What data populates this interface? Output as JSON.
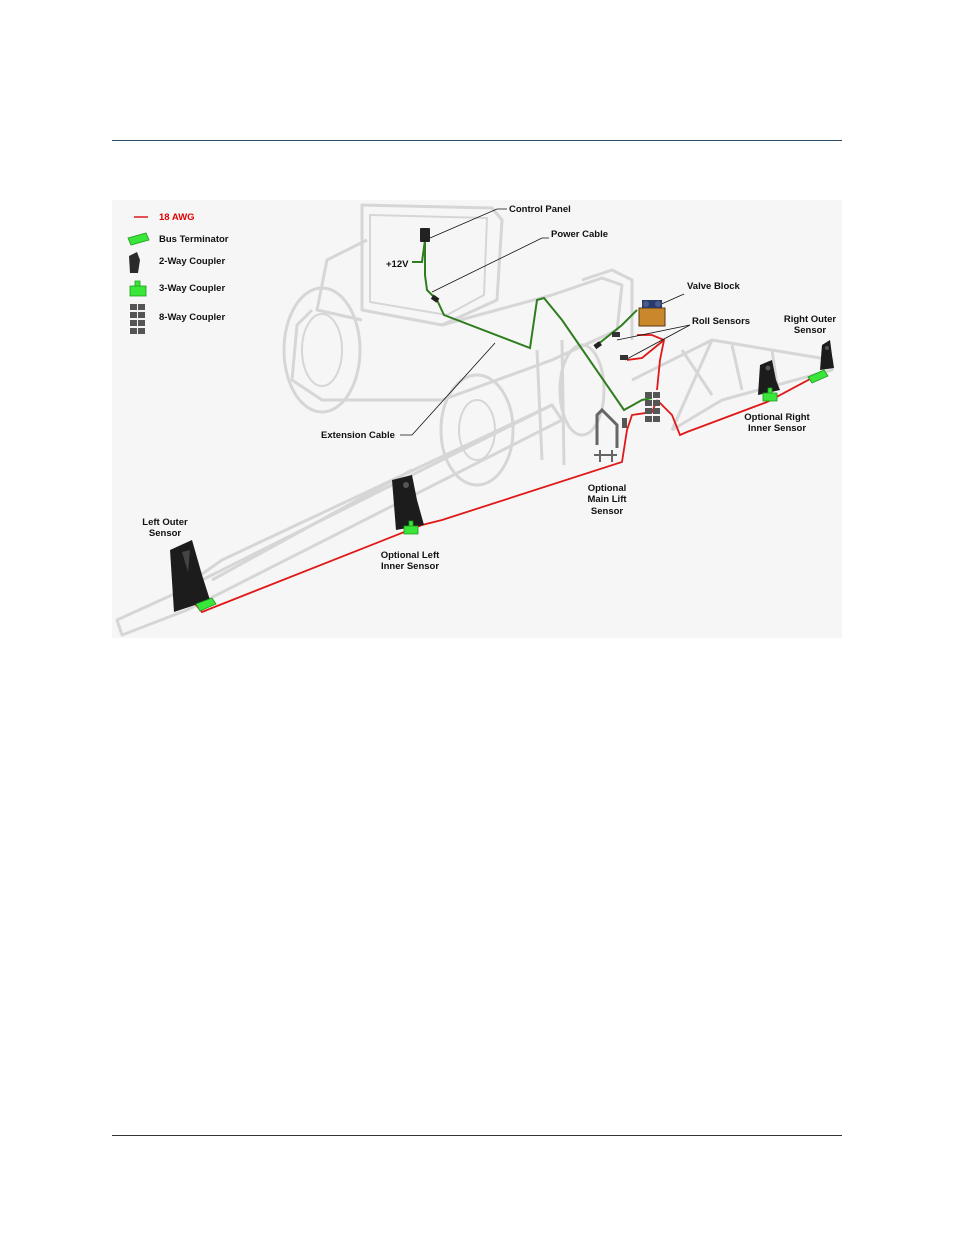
{
  "legend": {
    "wire": "18 AWG",
    "bus_terminator": "Bus Terminator",
    "two_way": "2-Way Coupler",
    "three_way": "3-Way Coupler",
    "eight_way": "8-Way Coupler"
  },
  "labels": {
    "control_panel": "Control Panel",
    "power_cable": "Power Cable",
    "plus12v": "+12V",
    "valve_block": "Valve Block",
    "roll_sensors": "Roll Sensors",
    "right_outer_1": "Right Outer",
    "right_outer_2": "Sensor",
    "optional_right_1": "Optional Right",
    "optional_right_2": "Inner Sensor",
    "extension_cable": "Extension Cable",
    "optional_main_1": "Optional",
    "optional_main_2": "Main Lift",
    "optional_main_3": "Sensor",
    "left_outer_1": "Left Outer",
    "left_outer_2": "Sensor",
    "optional_left_1": "Optional Left",
    "optional_left_2": "Inner Sensor"
  },
  "colors": {
    "harness_green": "#2e7d1e",
    "wire_red": "#e01818",
    "coupler_green": "#39e639",
    "outline_gray": "#d9d9d9",
    "sensor_black": "#1c1c1c"
  }
}
